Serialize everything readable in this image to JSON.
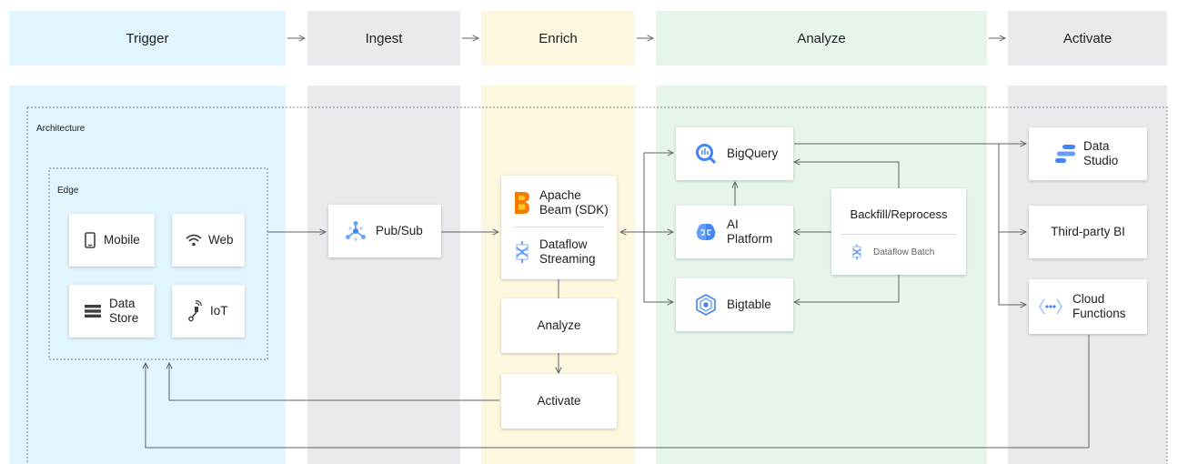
{
  "headers": {
    "trigger": "Trigger",
    "ingest": "Ingest",
    "enrich": "Enrich",
    "analyze": "Analyze",
    "activate": "Activate"
  },
  "colors": {
    "trigger": "#e1f5fe",
    "ingest": "#e8eaed",
    "enrich": "#fef7e0",
    "analyze": "#e6f4ea",
    "activate": "#e8eaed",
    "line": "#5f6368",
    "blue": "#4285f4",
    "beam": "#f57c00"
  },
  "labels": {
    "architecture": "Architecture",
    "edge": "Edge"
  },
  "edge": {
    "mobile": "Mobile",
    "web": "Web",
    "data_store_1": "Data",
    "data_store_2": "Store",
    "iot": "IoT"
  },
  "ingest": {
    "pubsub": "Pub/Sub"
  },
  "enrich": {
    "beam_1": "Apache",
    "beam_2": "Beam (SDK)",
    "dataflow_1": "Dataflow",
    "dataflow_2": "Streaming",
    "analyze": "Analyze",
    "activate": "Activate"
  },
  "analyze": {
    "bigquery": "BigQuery",
    "ai_1": "AI",
    "ai_2": "Platform",
    "bigtable": "Bigtable",
    "backfill": "Backfill/Reprocess",
    "dataflow_batch": "Dataflow Batch"
  },
  "activate": {
    "studio_1": "Data",
    "studio_2": "Studio",
    "third_party": "Third-party BI",
    "functions_1": "Cloud",
    "functions_2": "Functions"
  },
  "icons": [
    "mobile-icon",
    "wifi-icon",
    "data-store-icon",
    "iot-icon",
    "pubsub-icon",
    "beam-icon",
    "dataflow-icon",
    "bigquery-icon",
    "ai-platform-icon",
    "bigtable-icon",
    "data-studio-icon",
    "cloud-functions-icon"
  ]
}
